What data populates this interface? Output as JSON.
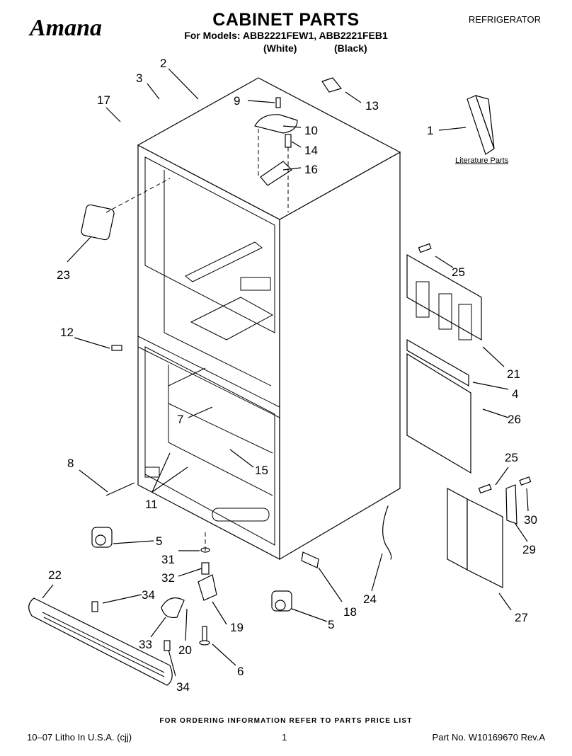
{
  "header": {
    "brand": "Amana",
    "title": "CABINET PARTS",
    "subtitle": "For Models: ABB2221FEW1, ABB2221FEB1",
    "variant_white": "(White)",
    "variant_black": "(Black)",
    "category": "REFRIGERATOR"
  },
  "diagram": {
    "literature_label": "Literature Parts",
    "callouts": [
      "1",
      "2",
      "3",
      "4",
      "5",
      "5",
      "6",
      "7",
      "8",
      "9",
      "10",
      "11",
      "12",
      "13",
      "14",
      "15",
      "16",
      "17",
      "18",
      "19",
      "20",
      "21",
      "22",
      "23",
      "24",
      "25",
      "25",
      "26",
      "27",
      "29",
      "30",
      "31",
      "32",
      "33",
      "34",
      "34"
    ]
  },
  "footer": {
    "order_note": "FOR ORDERING INFORMATION REFER TO PARTS PRICE LIST",
    "litho": "10–07 Litho In U.S.A. (cjj)",
    "page": "1",
    "part_no": "Part No. W10169670 Rev.A"
  }
}
